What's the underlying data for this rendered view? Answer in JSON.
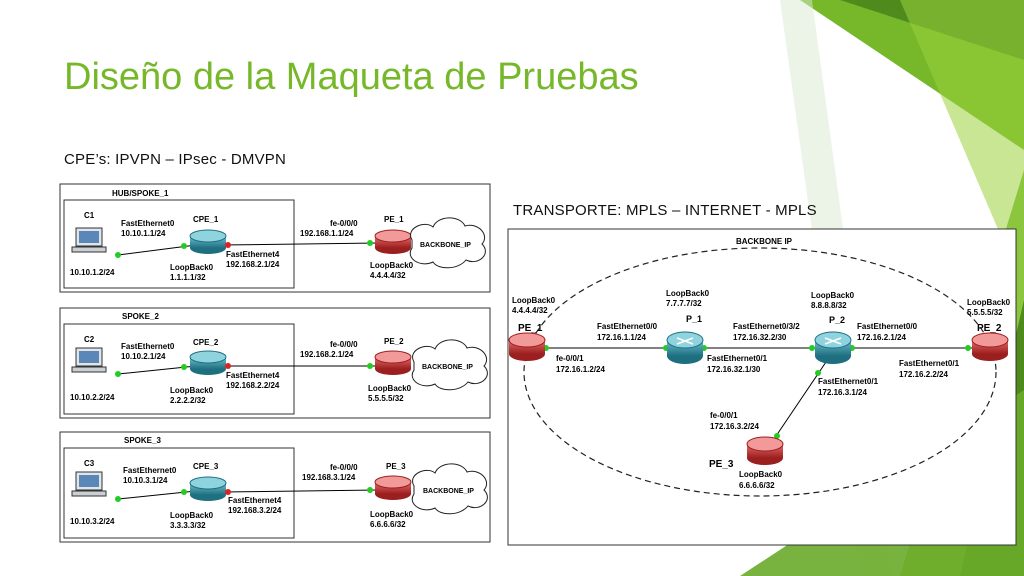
{
  "slide": {
    "title": "Diseño de la Maqueta de Pruebas",
    "cpe_heading": "CPE’s: IPVPN – IPsec - DMVPN",
    "transport_heading": "TRANSPORTE: MPLS – INTERNET - MPLS"
  },
  "colors": {
    "title": "#76b82a",
    "accent_dark": "#4f8a1c",
    "accent_light": "#9bd13d",
    "router": "#c73b3b",
    "switch": "#2d8a9c",
    "link_dot_green": "#22cc22",
    "link_dot_red": "#dd2222"
  },
  "cpe": {
    "panels": [
      {
        "title": "HUB/SPOKE_1",
        "pc": "C1",
        "pc_ip": "10.10.1.2/24",
        "pc_if": "FastEthernet0",
        "pc_if_ip": "10.10.1.1/24",
        "cpe": "CPE_1",
        "cpe_lb": "LoopBack0",
        "cpe_lb_ip": "1.1.1.1/32",
        "cpe_wan_if": "FastEthernet4",
        "cpe_wan_ip": "192.168.2.1/24",
        "pe_if": "fe-0/0/0",
        "pe_if_ip": "192.168.1.1/24",
        "pe": "PE_1",
        "pe_lb": "LoopBack0",
        "pe_lb_ip": "4.4.4.4/32",
        "cloud": "BACKBONE_IP"
      },
      {
        "title": "SPOKE_2",
        "pc": "C2",
        "pc_ip": "10.10.2.2/24",
        "pc_if": "FastEthernet0",
        "pc_if_ip": "10.10.2.1/24",
        "cpe": "CPE_2",
        "cpe_lb": "LoopBack0",
        "cpe_lb_ip": "2.2.2.2/32",
        "cpe_wan_if": "FastEthernet4",
        "cpe_wan_ip": "192.168.2.2/24",
        "pe_if": "fe-0/0/0",
        "pe_if_ip": "192.168.2.1/24",
        "pe": "PE_2",
        "pe_lb": "LoopBack0",
        "pe_lb_ip": "5.5.5.5/32",
        "cloud": "BACKBONE_IP"
      },
      {
        "title": "SPOKE_3",
        "pc": "C3",
        "pc_ip": "10.10.3.2/24",
        "pc_if": "FastEthernet0",
        "pc_if_ip": "10.10.3.1/24",
        "cpe": "CPE_3",
        "cpe_lb": "LoopBack0",
        "cpe_lb_ip": "3.3.3.3/32",
        "cpe_wan_if": "FastEthernet4",
        "cpe_wan_ip": "192.168.3.2/24",
        "pe_if": "fe-0/0/0",
        "pe_if_ip": "192.168.3.1/24",
        "pe": "PE_3",
        "pe_lb": "LoopBack0",
        "pe_lb_ip": "6.6.6.6/32",
        "cloud": "BACKBONE_IP"
      }
    ]
  },
  "transport": {
    "title": "BACKBONE IP",
    "pe1": {
      "name": "PE_1",
      "lb": "LoopBack0",
      "lb_ip": "4.4.4.4/32",
      "if1": "FastEthernet0/0",
      "if1_ip": "172.16.1.1/24",
      "if2": "fe-0/0/1",
      "if2_ip": "172.16.1.2/24"
    },
    "p1": {
      "name": "P_1",
      "lb": "LoopBack0",
      "lb_ip": "7.7.7.7/32",
      "if1": "FastEthernet0/3/2",
      "if1_ip": "172.16.32.2/30",
      "if2": "FastEthernet0/1",
      "if2_ip": "172.16.32.1/30"
    },
    "p2": {
      "name": "P_2",
      "lb": "LoopBack0",
      "lb_ip": "8.8.8.8/32",
      "if1": "FastEthernet0/0",
      "if1_ip": "172.16.2.1/24",
      "if2": "FastEthernet0/1",
      "if2_ip": "172.16.3.1/24"
    },
    "pe2": {
      "name": "PE_2",
      "lb": "LoopBack0",
      "lb_ip": "5.5.5.5/32",
      "if1": "FastEthernet0/1",
      "if1_ip": "172.16.2.2/24"
    },
    "pe3": {
      "name": "PE_3",
      "lb": "LoopBack0",
      "lb_ip": "6.6.6.6/32",
      "if1": "fe-0/0/1",
      "if1_ip": "172.16.3.2/24"
    }
  }
}
